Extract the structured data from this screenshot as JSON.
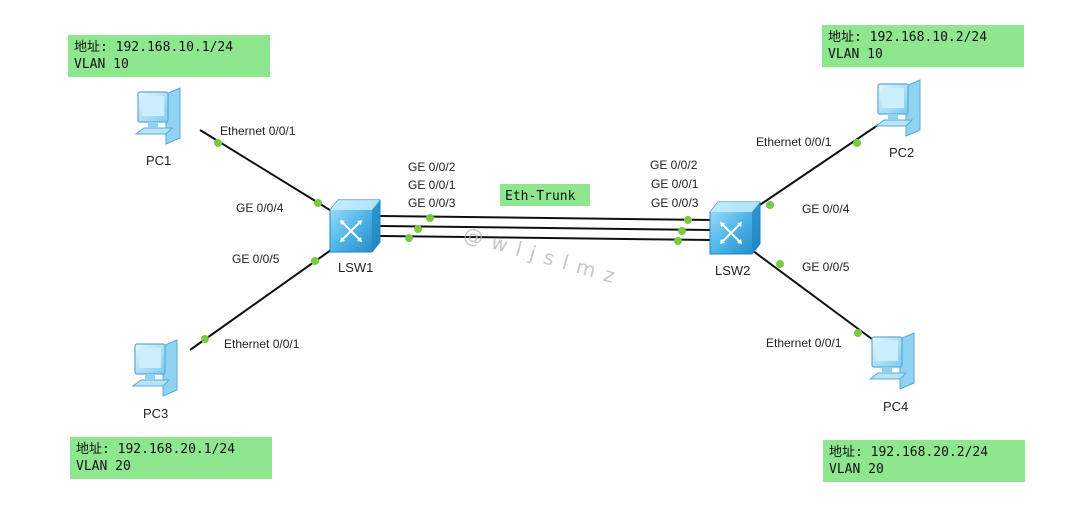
{
  "notes": [
    {
      "id": "pc1",
      "address": "地址: 192.168.10.1/24",
      "vlan": "VLAN 10"
    },
    {
      "id": "pc2",
      "address": "地址: 192.168.10.2/24",
      "vlan": "VLAN 10"
    },
    {
      "id": "pc3",
      "address": "地址: 192.168.20.1/24",
      "vlan": "VLAN 20"
    },
    {
      "id": "pc4",
      "address": "地址: 192.168.20.2/24",
      "vlan": "VLAN 20"
    }
  ],
  "devices": {
    "pc1": "PC1",
    "pc2": "PC2",
    "pc3": "PC3",
    "pc4": "PC4",
    "lsw1": "LSW1",
    "lsw2": "LSW2"
  },
  "ports": {
    "pc1_eth": "Ethernet 0/0/1",
    "pc2_eth": "Ethernet 0/0/1",
    "pc3_eth": "Ethernet 0/0/1",
    "pc4_eth": "Ethernet 0/0/1",
    "lsw1_ge4": "GE 0/0/4",
    "lsw1_ge5": "GE 0/0/5",
    "lsw1_ge2": "GE 0/0/2",
    "lsw1_ge1": "GE 0/0/1",
    "lsw1_ge3": "GE 0/0/3",
    "lsw2_ge2": "GE 0/0/2",
    "lsw2_ge1": "GE 0/0/1",
    "lsw2_ge3": "GE 0/0/3",
    "lsw2_ge4": "GE 0/0/4",
    "lsw2_ge5": "GE 0/0/5"
  },
  "trunk_label": "Eth-Trunk",
  "watermark": "@wljslmz",
  "colors": {
    "note_bg": "#8ee68e",
    "link": "#111111",
    "port_dot": "#7ac943",
    "switch": "#4fb6e8",
    "pc": "#9fd9f5"
  }
}
